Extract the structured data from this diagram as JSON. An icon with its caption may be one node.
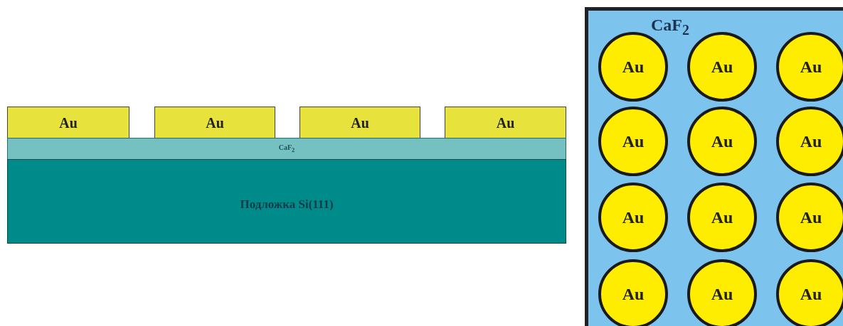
{
  "diagram": {
    "nodes": [
      {
        "text": [
          "Au"
        ]
      },
      {
        "text": [
          "Au"
        ]
      },
      {
        "text": [
          "Au"
        ]
      },
      {
        "text": [
          "Au"
        ]
      },
      {
        "text": [
          "CaF$_{2}$"
        ]
      },
      {
        "text": [
          "Подложка Si(111)"
        ]
      },
      {
        "text": [
          "CaF$_{2}$"
        ]
      },
      {
        "text": [
          "Au"
        ],
        "in": 6
      },
      {
        "text": [
          "Au"
        ],
        "in": 6
      },
      {
        "text": [
          "Au"
        ],
        "in": 6
      },
      {
        "text": [
          "Au"
        ],
        "in": 6
      },
      {
        "text": [
          "Au"
        ],
        "in": 6
      },
      {
        "text": [
          "Au"
        ],
        "in": 6
      },
      {
        "text": [
          "Au"
        ],
        "in": 6
      },
      {
        "text": [
          "Au"
        ],
        "in": 6
      },
      {
        "text": [
          "Au"
        ],
        "in": 6
      },
      {
        "text": [
          "Au"
        ],
        "in": 6
      },
      {
        "text": [
          "Au"
        ],
        "in": 6
      },
      {
        "text": [
          "Au"
        ],
        "in": 6
      }
    ]
  }
}
